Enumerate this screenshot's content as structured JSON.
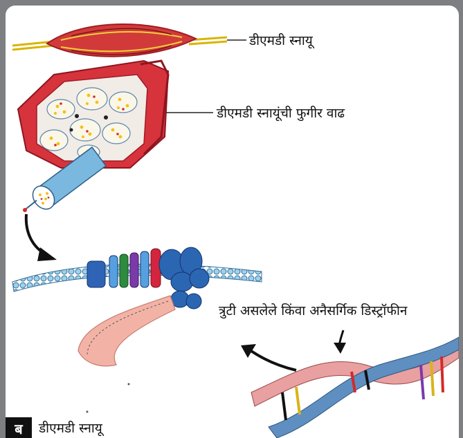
{
  "labels": {
    "muscle": "डीएमडी स्नायू",
    "muscle_cross_section": "डीएमडी स्नायूंची फुगीर वाढ",
    "defective_dystrophin": "त्रुटी असलेले किंवा अनैसर्गिक डिस्ट्रॉफीन"
  },
  "caption": {
    "badge": "ब",
    "text": "डीएमडी स्नायू"
  },
  "colors": {
    "muscle_red": "#c8202f",
    "fiber_yellow": "#f2d23a",
    "myofibril_blue": "#7ab8e0",
    "membrane_blue": "#5e9fcc",
    "protein_pink": "#f2b3a6",
    "dna_pink": "#e8a0a0",
    "dna_blue": "#5e8fc0"
  }
}
